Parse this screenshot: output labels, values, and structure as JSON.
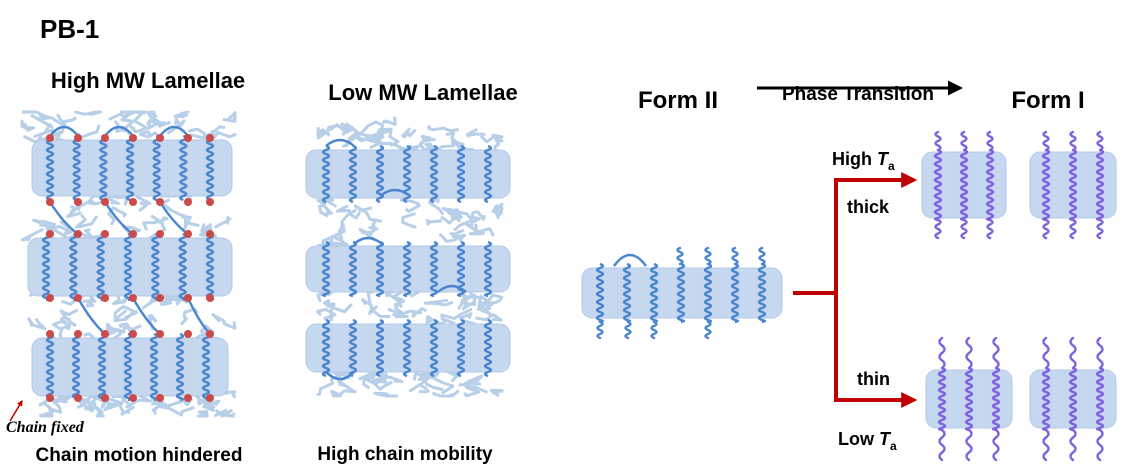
{
  "title": "PB-1",
  "panels": {
    "high_mw": {
      "title": "High MW Lamellae",
      "caption": "Chain motion hindered",
      "annotation": "Chain fixed"
    },
    "low_mw": {
      "title": "Low MW Lamellae",
      "caption": "High chain mobility"
    }
  },
  "transition": {
    "from": "Form II",
    "to": "Form I",
    "arrow_label": "Phase Transition",
    "upper_branch": {
      "condition_prefix": "High ",
      "condition_var": "T",
      "condition_sub": "a",
      "thickness": "thick"
    },
    "lower_branch": {
      "condition_prefix": "Low ",
      "condition_var": "T",
      "condition_sub": "a",
      "thickness": "thin"
    }
  },
  "colors": {
    "lamella_fill": "#c6d8ef",
    "lamella_stroke": "#b3c9e6",
    "chain_blue": "#4a86cf",
    "chain_light": "#b8cfe8",
    "chain_violet": "#7f62e0",
    "fixed_point": "#cc4a4a",
    "branch_arrow": "#c00000"
  }
}
